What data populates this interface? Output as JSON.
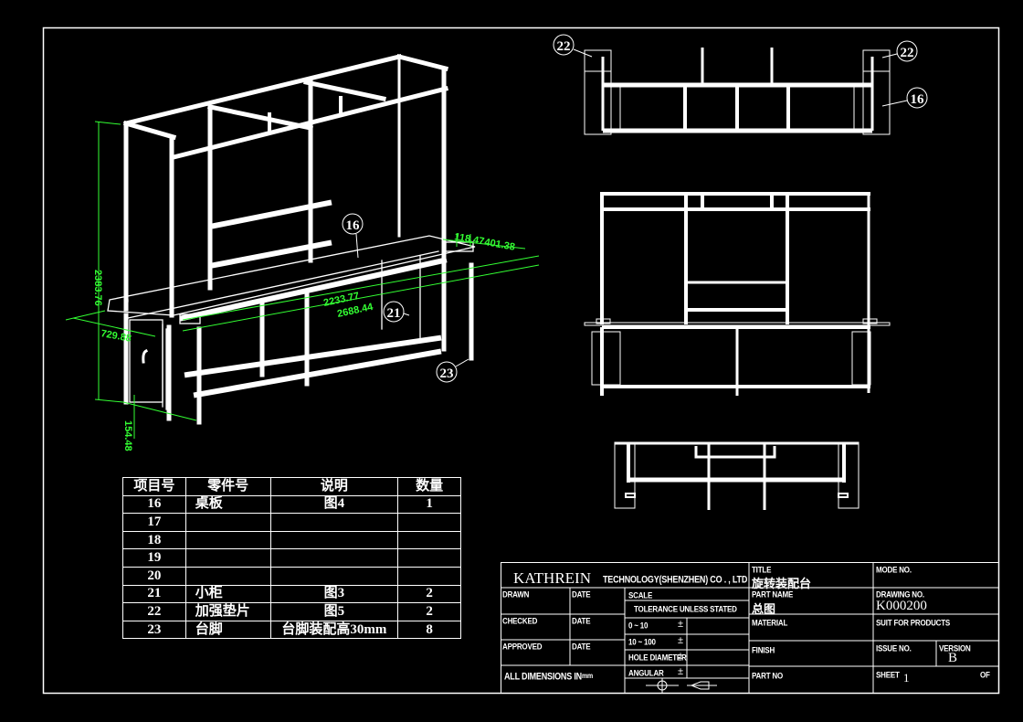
{
  "drawing": {
    "background": "#000000",
    "line_color": "#ffffff",
    "dimension_color": "#33ff33"
  },
  "isometric_view": {
    "dimensions": {
      "height": "2383.76",
      "depth": "729.88",
      "length_top": "2233.77",
      "length_bottom": "2688.44",
      "side_a": "118.47",
      "side_b": "401.38",
      "foot_height": "154.48"
    },
    "balloons": [
      "16",
      "21",
      "23"
    ]
  },
  "top_view": {
    "balloons": [
      "22",
      "22",
      "16"
    ]
  },
  "bom": {
    "headers": [
      "项目号",
      "零件号",
      "说明",
      "数量"
    ],
    "rows": [
      {
        "item": "16",
        "part": "桌板",
        "desc": "图4",
        "qty": "1"
      },
      {
        "item": "17",
        "part": "",
        "desc": "",
        "qty": ""
      },
      {
        "item": "18",
        "part": "",
        "desc": "",
        "qty": ""
      },
      {
        "item": "19",
        "part": "",
        "desc": "",
        "qty": ""
      },
      {
        "item": "20",
        "part": "",
        "desc": "",
        "qty": ""
      },
      {
        "item": "21",
        "part": "小柜",
        "desc": "图3",
        "qty": "2"
      },
      {
        "item": "22",
        "part": "加强垫片",
        "desc": "图5",
        "qty": "2"
      },
      {
        "item": "23",
        "part": "台脚",
        "desc": "台脚装配高30mm",
        "qty": "8"
      }
    ]
  },
  "title_block": {
    "company": "KATHREIN",
    "company_sub": "TECHNOLOGY(SHENZHEN)  CO . , LTD",
    "drawn_label": "DRAWN",
    "date_label": "DATE",
    "checked_label": "CHECKED",
    "approved_label": "APPROVED",
    "all_dimensions_label": "ALL DIMENSIONS IN",
    "all_dimensions_unit": "mm",
    "scale_label": "SCALE",
    "tolerance_label": "TOLERANCE UNLESS STATED",
    "tol_rows": [
      "0 ~ 10",
      "10 ~ 100",
      "HOLE DIAMETER",
      "ANGULAR"
    ],
    "pm": "±",
    "title_label": "TITLE",
    "title_value": "旋转装配台",
    "part_name_label": "PART NAME",
    "part_name_value": "总图",
    "material_label": "MATERIAL",
    "finish_label": "FINISH",
    "part_no_label": "PART NO",
    "mode_no_label": "MODE NO.",
    "drawing_no_label": "DRAWING NO.",
    "drawing_no_value": "K000200",
    "suit_label": "SUIT FOR PRODUCTS",
    "issue_no_label": "ISSUE NO.",
    "version_label": "VERSION",
    "version_value": "B",
    "sheet_label": "SHEET",
    "sheet_value": "1",
    "of_label": "OF"
  }
}
